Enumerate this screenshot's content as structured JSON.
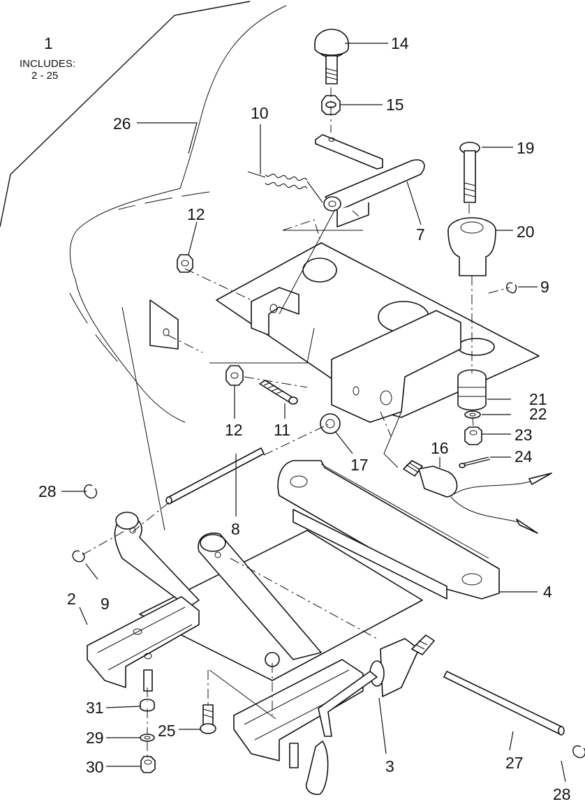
{
  "diagram": {
    "group_label": {
      "number": "1",
      "includes_line1": "INCLUDES:",
      "includes_line2": "2 - 25"
    },
    "callouts": {
      "c2": "2",
      "c3": "3",
      "c4": "4",
      "c7": "7",
      "c8": "8",
      "c9a": "9",
      "c9b": "9",
      "c10": "10",
      "c11": "11",
      "c12a": "12",
      "c12b": "12",
      "c14": "14",
      "c15": "15",
      "c16": "16",
      "c17": "17",
      "c19": "19",
      "c20": "20",
      "c21": "21",
      "c22": "22",
      "c23": "23",
      "c24": "24",
      "c25": "25",
      "c26": "26",
      "c27": "27",
      "c28a": "28",
      "c28b": "28",
      "c29": "29",
      "c30": "30",
      "c31": "31"
    },
    "colors": {
      "ink": "#111111",
      "paper": "#ffffff"
    }
  }
}
